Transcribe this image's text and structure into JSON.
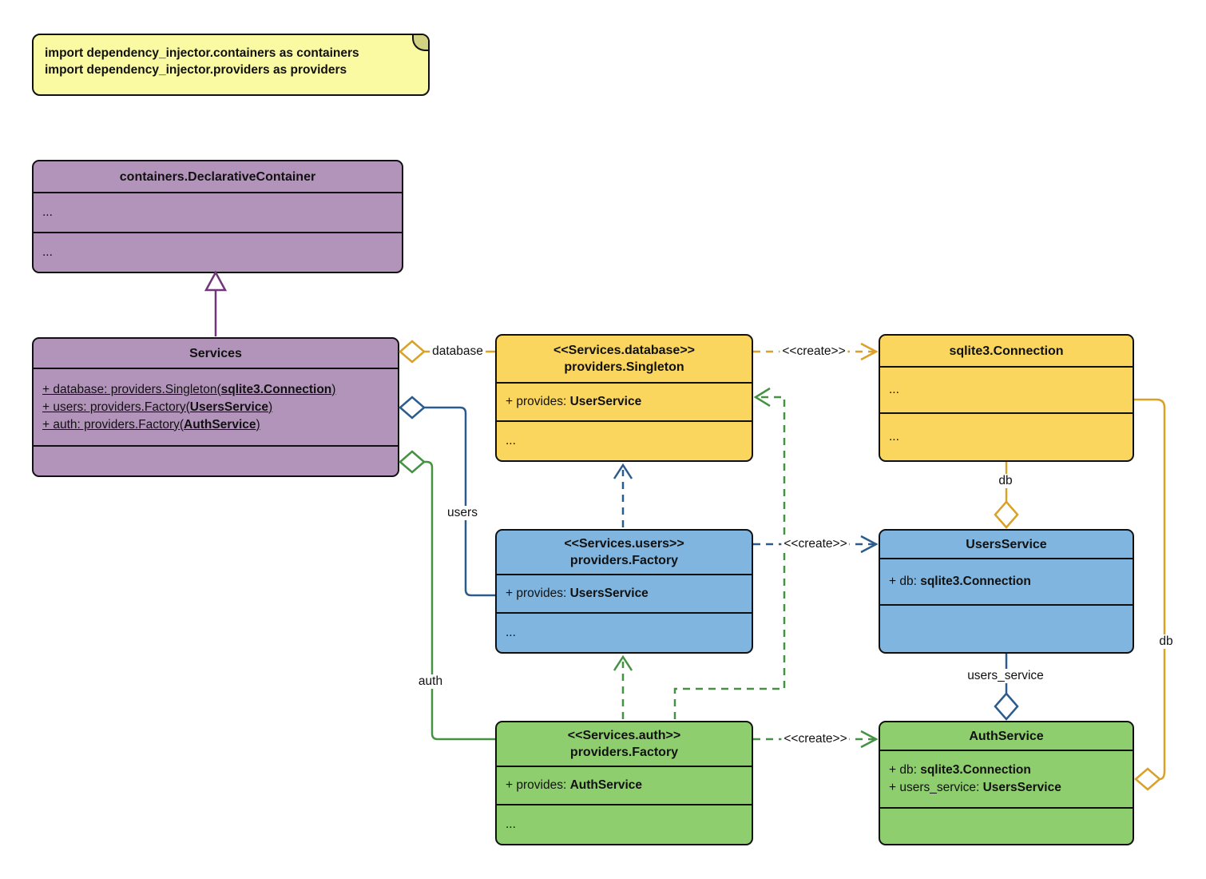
{
  "colors": {
    "purple_fill": "#B294BA",
    "purple_line": "#71367A",
    "yellow_fill": "#FAD65F",
    "yellow_line": "#D9A127",
    "blue_fill": "#7FB5DF",
    "blue_line": "#2B5C8D",
    "green_fill": "#8FCE6F",
    "green_line": "#459243",
    "note_fill": "#FAFAA3",
    "ink": "#111111"
  },
  "note": {
    "lines": [
      "import dependency_injector.containers as containers",
      "import dependency_injector.providers as providers"
    ]
  },
  "classes": {
    "declarative_container": {
      "title": "containers.DeclarativeContainer",
      "section1": "...",
      "section2": "..."
    },
    "services": {
      "title": "Services",
      "attrs": [
        {
          "pre": "+ database: providers.Singleton(",
          "bold": "sqlite3.Connection",
          "suf": ")"
        },
        {
          "pre": "+ users: providers.Factory(",
          "bold": "UsersService",
          "suf": ")"
        },
        {
          "pre": "+ auth: providers.Factory(",
          "bold": "AuthService",
          "suf": ")"
        }
      ]
    },
    "singleton_database": {
      "stereotype": "<<Services.database>>",
      "title": "providers.Singleton",
      "provides_pre": "+ provides: ",
      "provides_bold": "UserService",
      "more": "..."
    },
    "sqlite_connection": {
      "title": "sqlite3.Connection",
      "section1": "...",
      "section2": "..."
    },
    "factory_users": {
      "stereotype": "<<Services.users>>",
      "title": "providers.Factory",
      "provides_pre": "+ provides: ",
      "provides_bold": "UsersService",
      "more": "..."
    },
    "users_service": {
      "title": "UsersService",
      "attr_pre": "+ db: ",
      "attr_bold": "sqlite3.Connection"
    },
    "factory_auth": {
      "stereotype": "<<Services.auth>>",
      "title": "providers.Factory",
      "provides_pre": "+ provides: ",
      "provides_bold": "AuthService",
      "more": "..."
    },
    "auth_service": {
      "title": "AuthService",
      "attrs": [
        {
          "pre": "+ db: ",
          "bold": "sqlite3.Connection"
        },
        {
          "pre": "+ users_service: ",
          "bold": "UsersService"
        }
      ]
    }
  },
  "edges": {
    "database": "database",
    "users": "users",
    "auth": "auth",
    "create": "<<create>>",
    "db": "db",
    "users_service": "users_service",
    "db_right": "db"
  }
}
